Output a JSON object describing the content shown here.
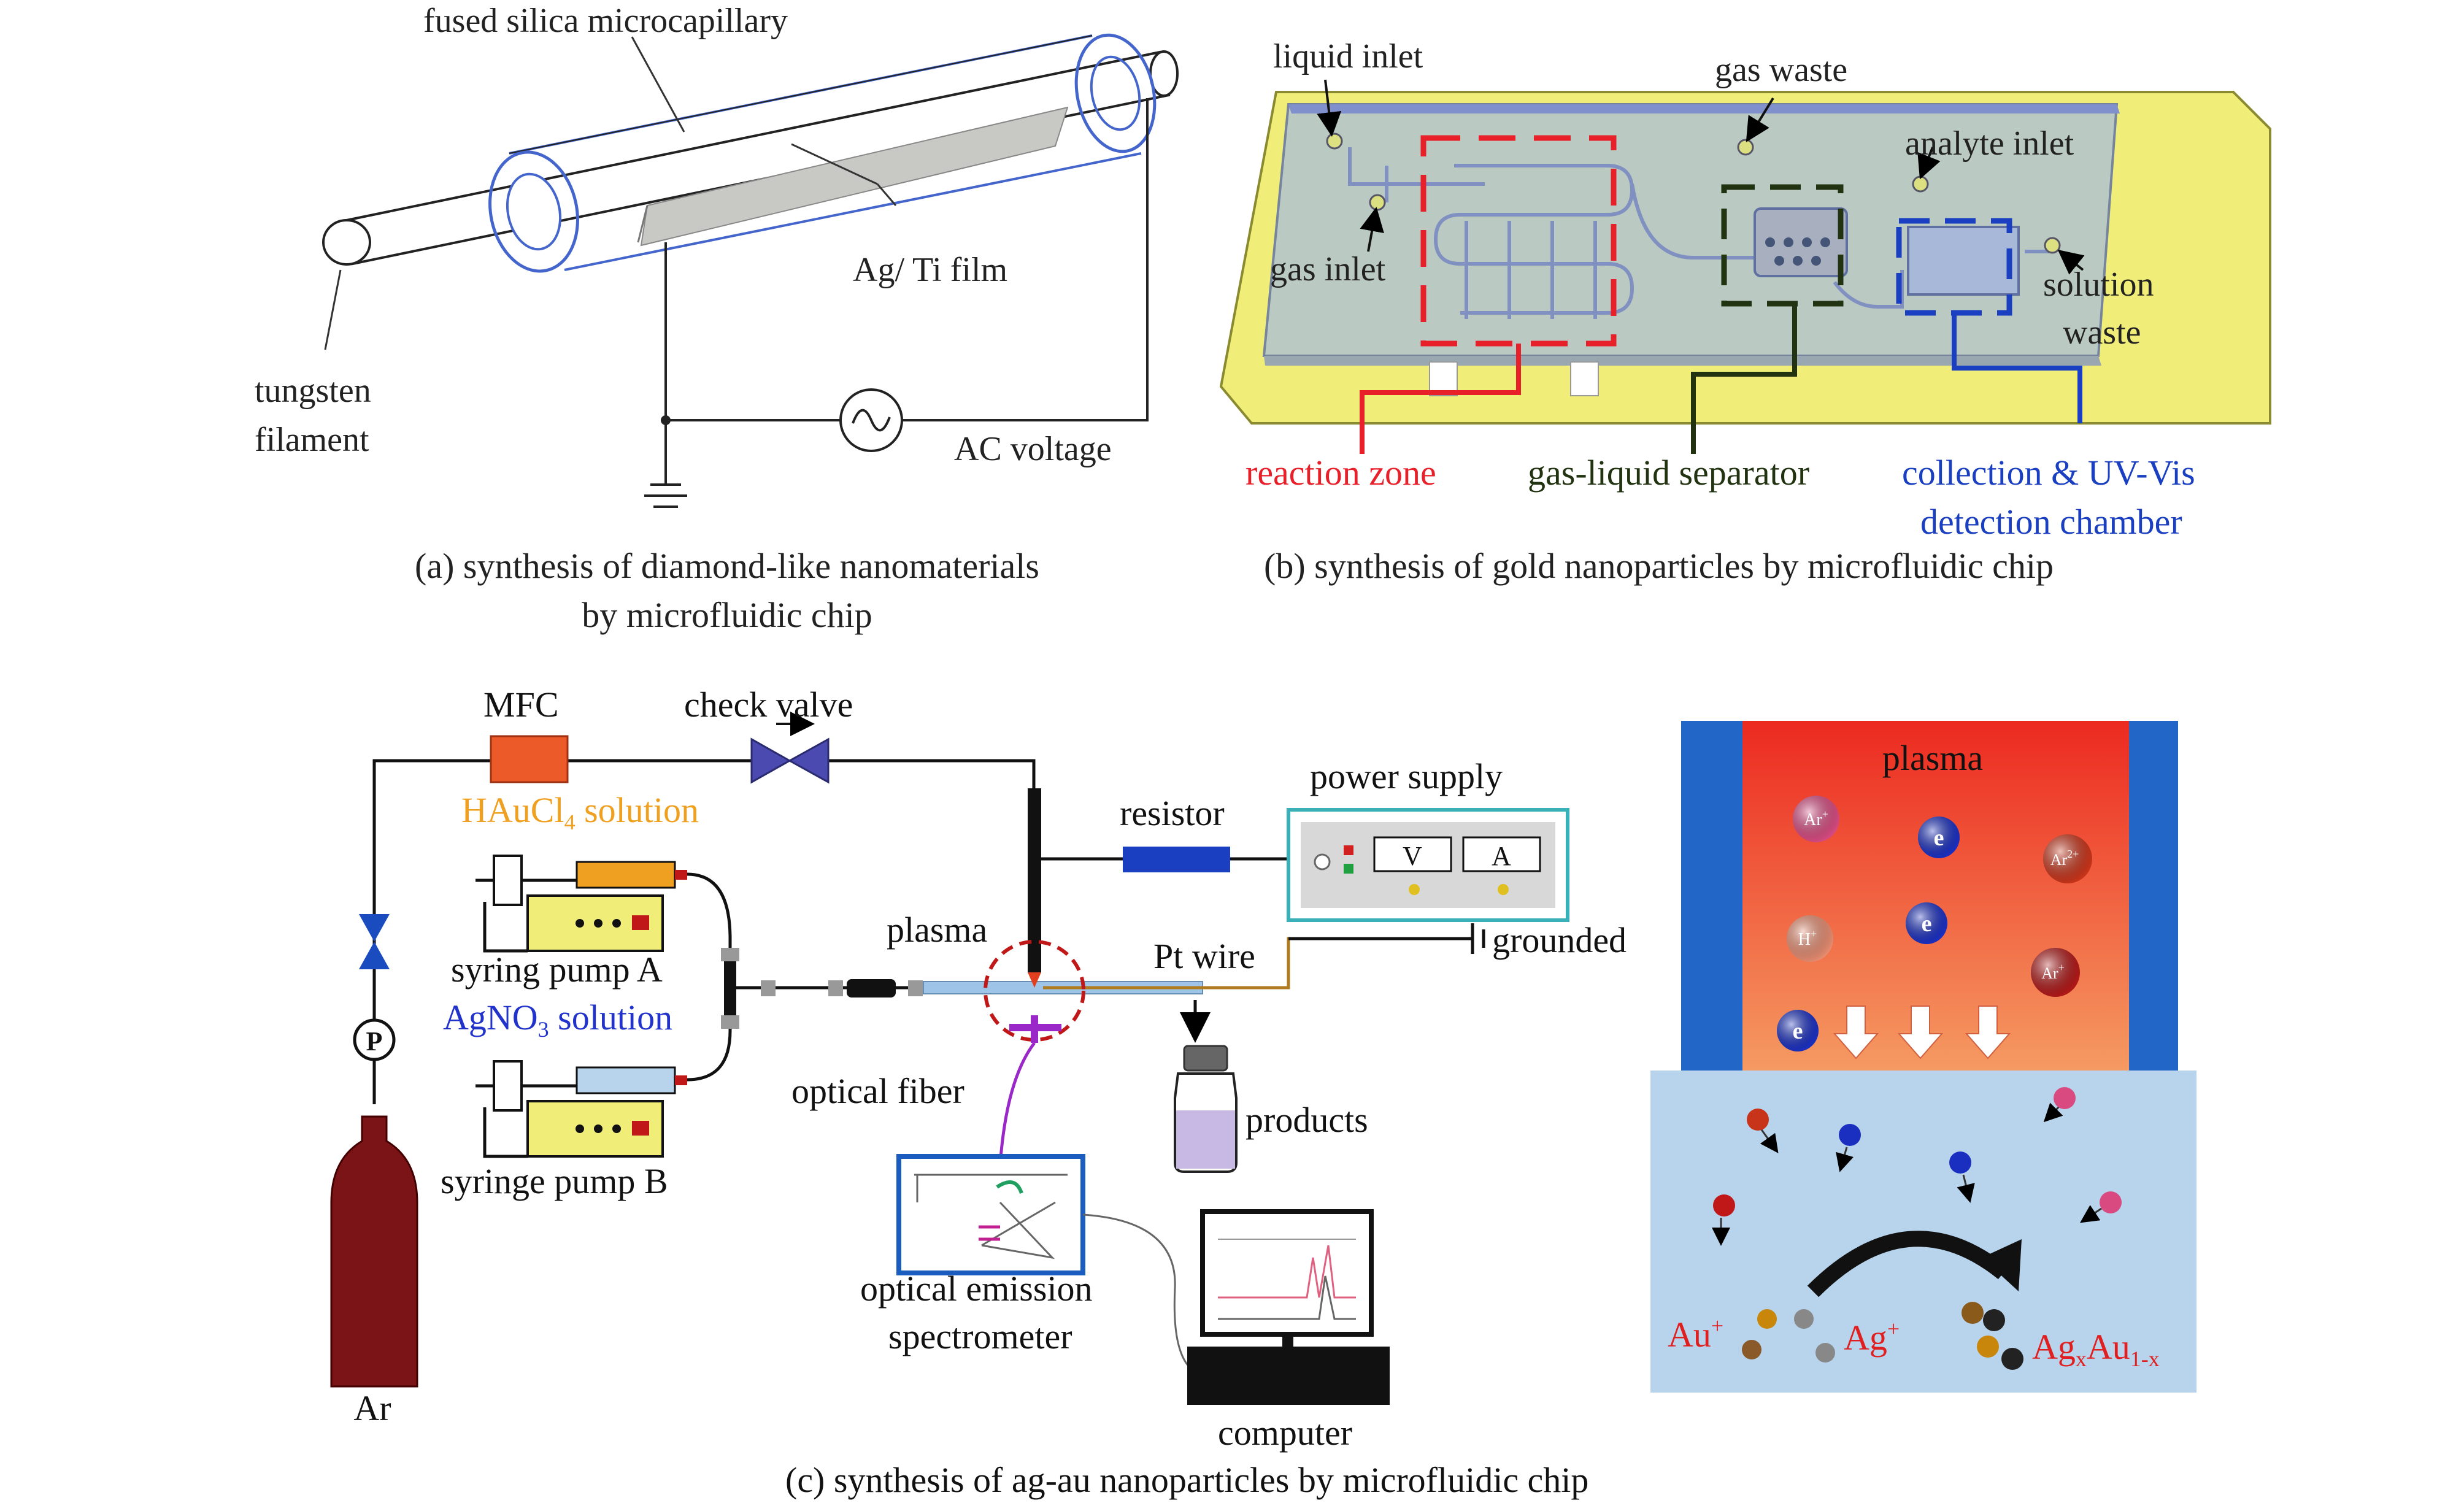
{
  "panel_a": {
    "capillary_label": "fused silica microcapillary",
    "film_label": "Ag/ Ti film",
    "filament_label_1": "tungsten",
    "filament_label_2": "filament",
    "ac_label": "AC voltage",
    "caption_1": "(a) synthesis of diamond-like nanomaterials",
    "caption_2": "by microfluidic chip"
  },
  "panel_b": {
    "liquid_inlet": "liquid inlet",
    "gas_waste": "gas waste",
    "analyte_inlet": "analyte inlet",
    "gas_inlet": "gas inlet",
    "solution_waste_1": "solution",
    "solution_waste_2": "waste",
    "reaction_zone": "reaction zone",
    "separator": "gas-liquid separator",
    "collection_1": "collection & UV-Vis",
    "collection_2": "detection chamber",
    "caption": "(b) synthesis of gold nanoparticles by microfluidic chip",
    "colors": {
      "reaction": "#e8202a",
      "separator": "#223311",
      "collection": "#1a3fc0",
      "chip_base": "#f0ee78"
    }
  },
  "panel_c": {
    "mfc": "MFC",
    "check_valve": "check valve",
    "hau_prefix": "HAuCl",
    "hau_sub": "4",
    "hau_suffix": " solution",
    "pump_a": "syring pump A",
    "ag_prefix": "AgNO",
    "ag_sub": "3",
    "ag_suffix": " solution",
    "pump_b": "syringe pump B",
    "pressure": "P",
    "ar": "Ar",
    "plasma": "plasma",
    "resistor": "resistor",
    "power_supply": "power supply",
    "volt": "V",
    "amp": "A",
    "pt_wire": "Pt wire",
    "grounded": "grounded",
    "products": "products",
    "optical_fiber": "optical fiber",
    "spectrometer_1": "optical emission",
    "spectrometer_2": "spectrometer",
    "computer": "computer",
    "caption": "(c) synthesis of ag-au nanoparticles by microfluidic chip",
    "colors": {
      "hau": "#f0a020",
      "ag": "#2233cc",
      "mfc": "#ec5a2a",
      "valve": "#4a4ab0",
      "cylinder": "#7a1416"
    }
  },
  "plasma_panel": {
    "title": "plasma",
    "ions": [
      "Ar",
      "e",
      "Ar",
      "H",
      "e",
      "Ar",
      "e"
    ],
    "ion_sups": [
      "+",
      "",
      "2+",
      "+",
      "",
      "+",
      ""
    ],
    "au": "Au",
    "au_sup": "+",
    "ag": "Ag",
    "ag_sup": "+",
    "prod_ag": "Ag",
    "prod_x": "x",
    "prod_au": "Au",
    "prod_1x": "1-x",
    "colors": {
      "label": "#e02020",
      "electron": "#2233cc"
    }
  }
}
